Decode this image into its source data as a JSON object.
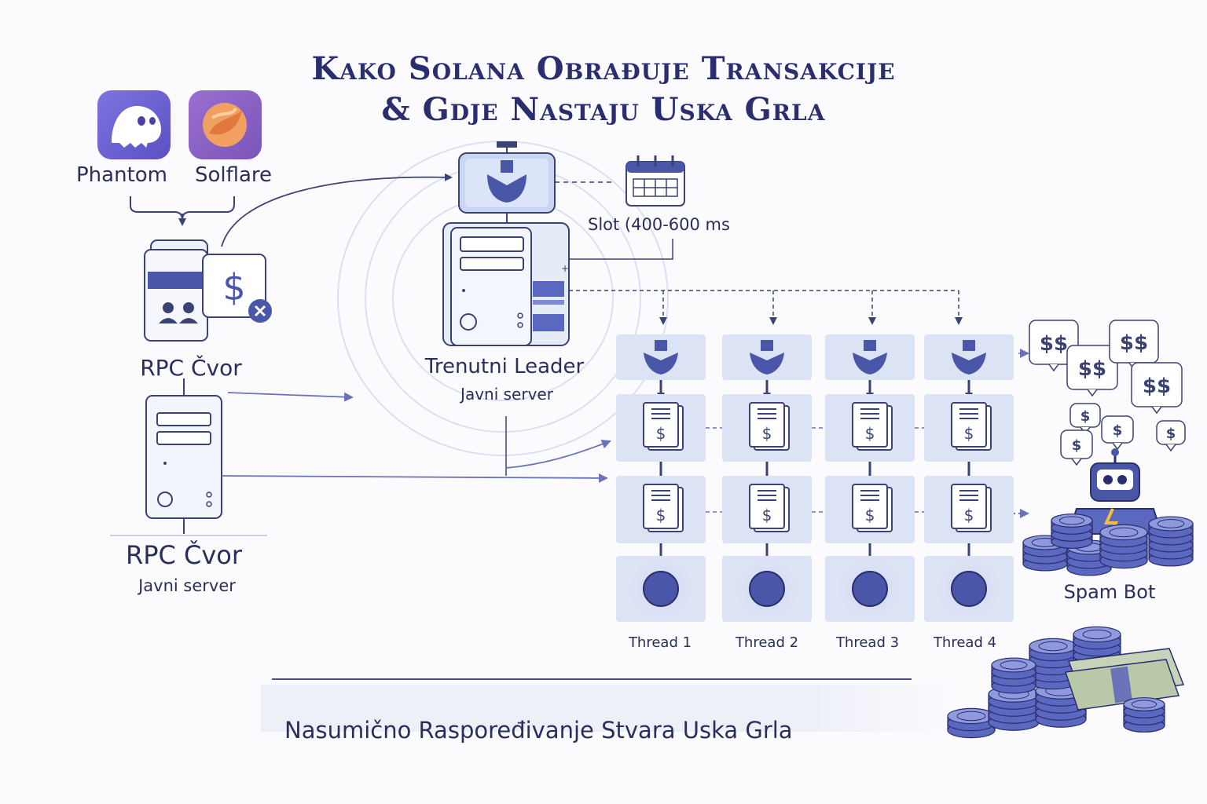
{
  "title": {
    "line1": "Kako Solana Obrađuje Transakcije",
    "line2": "& Gdje Nastaju Uska Grla"
  },
  "wallets": [
    {
      "name": "Phantom",
      "icon": "phantom-ghost-icon",
      "color": "#6f66d6"
    },
    {
      "name": "Solflare",
      "icon": "solflare-logo-icon",
      "color": "#8a5fc4"
    }
  ],
  "rpc_top": {
    "label": "RPC Čvor",
    "icon": "rpc-wallet-card-icon",
    "badge_symbol": "$"
  },
  "leader": {
    "label": "Trenutni Leader",
    "sublabel": "Javni server",
    "icon": "leader-server-icon"
  },
  "slot": {
    "label": "Slot (400-600 ms",
    "icon": "calendar-icon"
  },
  "rpc_bottom": {
    "label": "RPC Čvor",
    "sublabel": "Javni server",
    "icon": "rpc-server-icon"
  },
  "threads": [
    {
      "label": "Thread 1"
    },
    {
      "label": "Thread 2"
    },
    {
      "label": "Thread 3"
    },
    {
      "label": "Thread 4"
    }
  ],
  "tx_symbol": "$",
  "spam": {
    "label": "Spam Bot",
    "icon": "robot-icon",
    "bubbles": [
      "$$",
      "$$",
      "$$",
      "$$",
      "$",
      "$",
      "$",
      "$"
    ]
  },
  "banner": {
    "text": "Nasumično Raspoređivanje Stvara Uska Grla"
  },
  "colors": {
    "navy": "#2a2e6e",
    "accent": "#4a56a8",
    "tile": "#dce3f4",
    "line": "#3b4274"
  }
}
